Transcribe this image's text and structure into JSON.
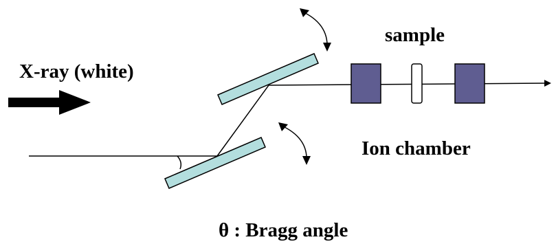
{
  "labels": {
    "source": "X-ray (white)",
    "sample": "sample",
    "detector": "Ion chamber",
    "angle": "θ : Bragg angle"
  },
  "colors": {
    "crystal": "#b3dede",
    "chamber": "#5f5d91",
    "sample_window": "#ffffff",
    "line": "#000000"
  },
  "icons": {
    "beam_arrow": "thick-right-arrow-icon",
    "rotation": "curved-double-arrow-icon"
  }
}
